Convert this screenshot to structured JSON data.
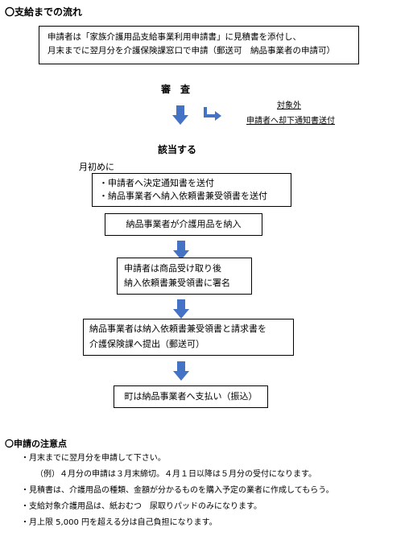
{
  "flow": {
    "title": "〇支給までの流れ",
    "step1": {
      "line1": "申請者は「家族介護用品支給事業利用申請書」に見積書を添付し、",
      "line2": "月末までに翌月分を介護保険課窓口で申請（郵送可　納品事業者の申請可）"
    },
    "review": "審　査",
    "rejected": {
      "label": "対象外",
      "action": "申請者へ却下通知書送付"
    },
    "approved": "該当する",
    "month_start": "月初めに",
    "step2": {
      "line1": "・申請者へ決定通知書を送付",
      "line2": "・納品事業者へ納入依頼書兼受領書を送付"
    },
    "step3": "納品事業者が介護用品を納入",
    "step4": {
      "line1": "申請者は商品受け取り後",
      "line2": "納入依頼書兼受領書に署名"
    },
    "step5": {
      "line1": "納品事業者は納入依頼書兼受領書と請求書を",
      "line2": "介護保険課へ提出（郵送可）"
    },
    "step6": "町は納品事業者へ支払い（振込）"
  },
  "notes": {
    "title": "〇申請の注意点",
    "items": [
      "・月末までに翌月分を申請して下さい。",
      "（例）４月分の申請は３月末締切。４月１日以降は５月分の受付になります。",
      "・見積書は、介護用品の種類、金額が分かるものを購入予定の業者に作成してもらう。",
      "・支給対象介護用品は、紙おむつ　尿取りパッドのみになります。",
      "・月上限 5,000 円を超える分は自己負担になります。"
    ]
  },
  "colors": {
    "arrow": "#4472c4"
  },
  "icons": {
    "flow_arrow": "down-arrow-icon",
    "branch_arrow": "elbow-arrow-icon"
  }
}
